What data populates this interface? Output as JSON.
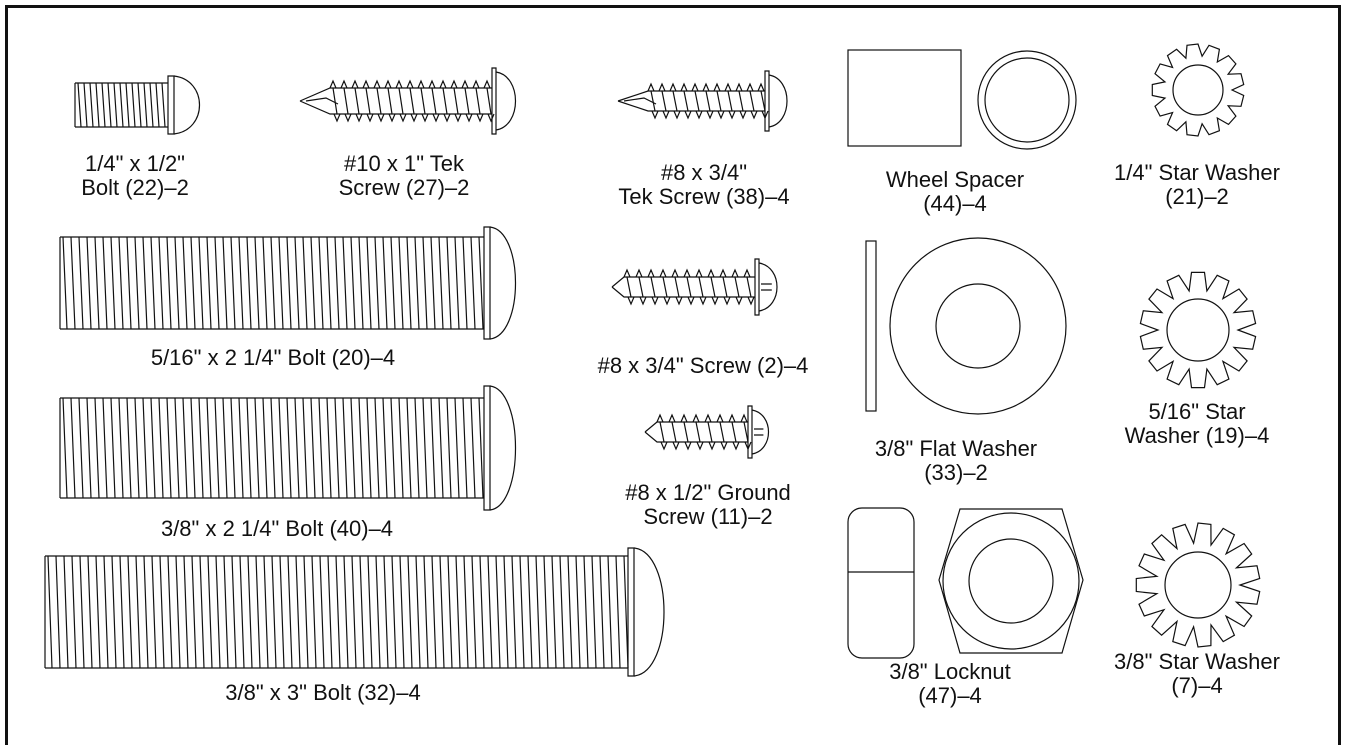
{
  "parts": [
    {
      "id": "bolt-22",
      "line1": "1/4\" x 1/2\"",
      "line2": "Bolt (22)–2"
    },
    {
      "id": "tek-27",
      "line1": "#10 x 1\" Tek",
      "line2": "Screw (27)–2"
    },
    {
      "id": "tek-38",
      "line1": "#8 x 3/4\"",
      "line2": "Tek Screw (38)–4"
    },
    {
      "id": "spacer-44",
      "line1": "Wheel Spacer",
      "line2": "(44)–4"
    },
    {
      "id": "star-21",
      "line1": "1/4\" Star Washer",
      "line2": "(21)–2"
    },
    {
      "id": "bolt-20",
      "line1": "5/16\" x 2 1/4\" Bolt (20)–4",
      "line2": ""
    },
    {
      "id": "screw-2",
      "line1": "#8 x 3/4\" Screw (2)–4",
      "line2": ""
    },
    {
      "id": "flat-33",
      "line1": "3/8\" Flat Washer",
      "line2": "(33)–2"
    },
    {
      "id": "star-19",
      "line1": "5/16\" Star",
      "line2": "Washer (19)–4"
    },
    {
      "id": "ground-11",
      "line1": "#8 x 1/2\" Ground",
      "line2": "Screw (11)–2"
    },
    {
      "id": "bolt-40",
      "line1": "3/8\" x 2 1/4\" Bolt (40)–4",
      "line2": ""
    },
    {
      "id": "locknut-47",
      "line1": "3/8\" Locknut",
      "line2": "(47)–4"
    },
    {
      "id": "star-7",
      "line1": "3/8\" Star Washer",
      "line2": "(7)–4"
    },
    {
      "id": "bolt-32",
      "line1": "3/8\" x 3\" Bolt (32)–4",
      "line2": ""
    }
  ],
  "colors": {
    "line": "#111111",
    "background": "#ffffff"
  }
}
